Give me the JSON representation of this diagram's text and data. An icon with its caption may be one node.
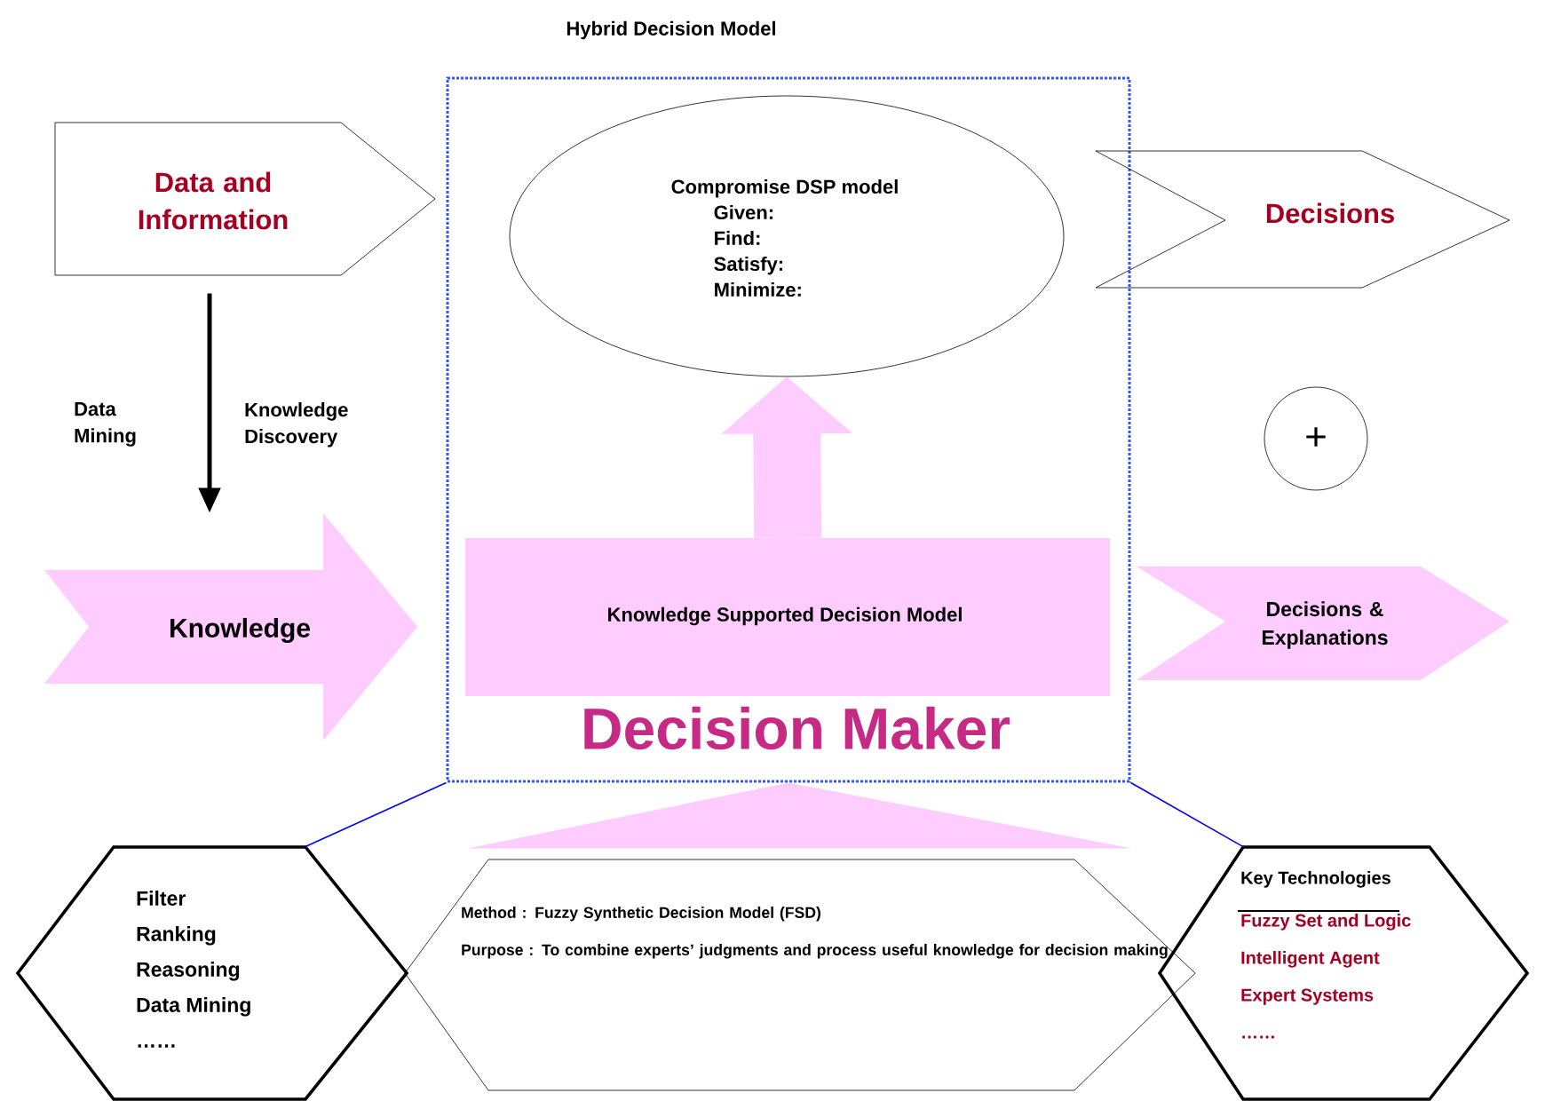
{
  "diagram": {
    "nodes": [
      {
        "text": [
          "Hybrid Decision Model"
        ]
      },
      {
        "text": [
          "Data and Information"
        ]
      },
      {
        "text": [
          "Compromise DSP model",
          "Given:",
          "Find:",
          "Satisfy:",
          "Minimize:"
        ],
        "in": 0
      },
      {
        "text": [
          "Decisions"
        ]
      },
      {
        "text": [
          "+"
        ]
      },
      {
        "text": [
          "Knowledge"
        ]
      },
      {
        "text": [
          "Knowledge Supported Decision Model"
        ],
        "in": 0
      },
      {
        "text": [
          "Decisions & Explanations"
        ]
      },
      {
        "text": [
          "Filter",
          "Ranking",
          "Reasoning",
          "Data Mining",
          "……"
        ]
      },
      {
        "text": [
          "Method : Fuzzy Synthetic Decision Model (FSD)",
          "Purpose : To combine experts’ judgments and process useful knowledge for decision making"
        ]
      },
      {
        "text": [
          "Key Technologies",
          "Fuzzy Set and Logic",
          "Intelligent Agent",
          "Expert Systems",
          "……"
        ]
      }
    ],
    "edges": [
      {
        "from": 1,
        "to": 5,
        "arrow": "to",
        "label": "Knowledge Discovery",
        "style": "thick",
        "color": "#000000"
      },
      {
        "from": 6,
        "to": 2,
        "arrow": "to",
        "style": "thick",
        "color": "#ffccff"
      },
      {
        "from": 9,
        "to": 0,
        "arrow": "to",
        "style": "thick",
        "color": "#ffccff"
      },
      {
        "from": 0,
        "to": 8,
        "arrow": "none",
        "color": "#0000ff"
      },
      {
        "from": 0,
        "to": 10,
        "arrow": "none",
        "color": "#0000ff"
      }
    ],
    "labels": [
      "Data Mining",
      "Decision Maker"
    ]
  }
}
